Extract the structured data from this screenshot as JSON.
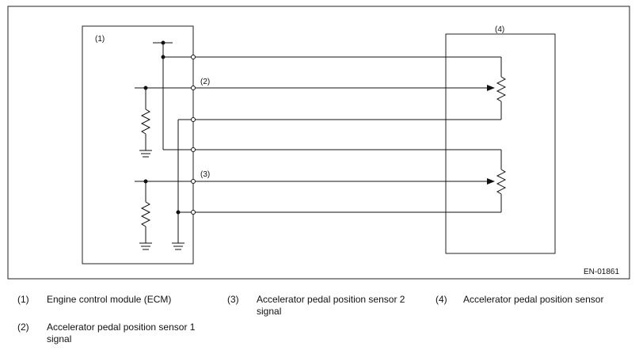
{
  "diagram": {
    "ecm_label": "(1)",
    "sensor_label": "(4)",
    "signal1_label": "(2)",
    "signal2_label": "(3)",
    "code": "EN-01861"
  },
  "legend": [
    {
      "num": "(1)",
      "text": "Engine control module (ECM)"
    },
    {
      "num": "(2)",
      "text": "Accelerator pedal position sensor 1 signal"
    },
    {
      "num": "(3)",
      "text": "Accelerator pedal position sensor 2 signal"
    },
    {
      "num": "(4)",
      "text": "Accelerator pedal position sensor"
    }
  ]
}
